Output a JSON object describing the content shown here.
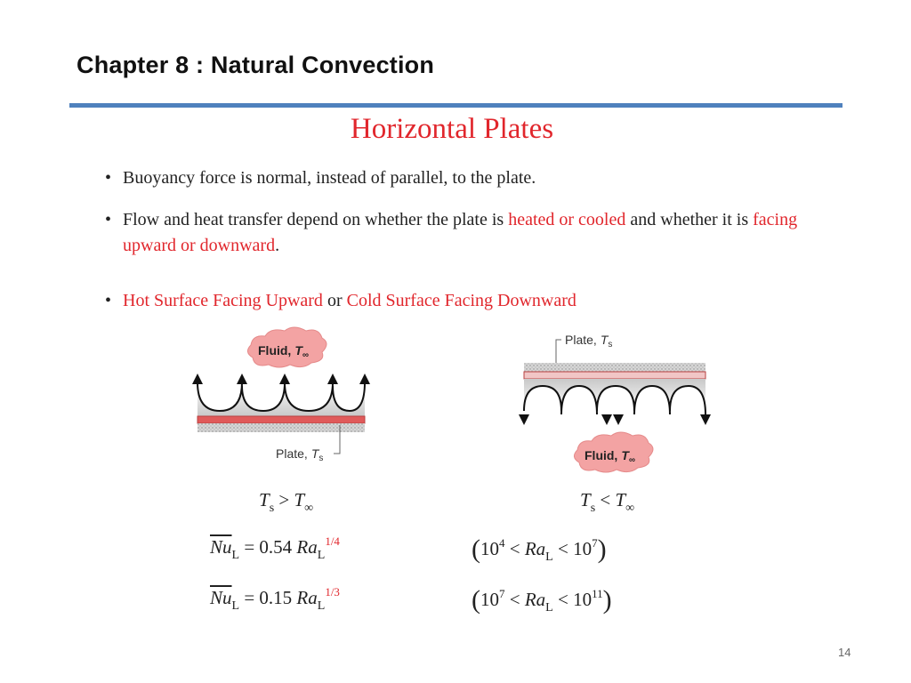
{
  "slide": {
    "chapter_title": "Chapter 8 : Natural Convection",
    "heading": "Horizontal Plates",
    "page_number": "14"
  },
  "bullets": [
    {
      "parts": [
        {
          "text": "Buoyancy force is normal, instead of parallel, to the plate.",
          "red": false
        }
      ]
    },
    {
      "parts": [
        {
          "text": "Flow and heat transfer depend on whether the plate is ",
          "red": false
        },
        {
          "text": "heated or cooled",
          "red": true
        },
        {
          "text": " and whether it is ",
          "red": false
        },
        {
          "text": "facing upward or downward",
          "red": true
        },
        {
          "text": ".",
          "red": false
        }
      ]
    },
    {
      "parts": [
        {
          "text": "Hot Surface Facing Upward",
          "red": true
        },
        {
          "text": " or ",
          "red": false
        },
        {
          "text": "Cold Surface Facing Downward",
          "red": true
        }
      ]
    }
  ],
  "figures": {
    "left": {
      "fluid_label": "Fluid,",
      "fluid_symbol": "T",
      "fluid_sub": "∞",
      "plate_label": "Plate,",
      "plate_symbol": "T",
      "plate_sub": "s"
    },
    "right": {
      "fluid_label": "Fluid,",
      "fluid_symbol": "T",
      "fluid_sub": "∞",
      "plate_label": "Plate,",
      "plate_symbol": "T",
      "plate_sub": "s"
    }
  },
  "conditions": {
    "left": {
      "a": "T",
      "a_sub": "s",
      "op": ">",
      "b": "T",
      "b_sub": "∞"
    },
    "right": {
      "a": "T",
      "a_sub": "s",
      "op": "<",
      "b": "T",
      "b_sub": "∞"
    }
  },
  "correlations": [
    {
      "nu": "Nu",
      "nu_sub": "L",
      "eq": "= 0.54",
      "ra": "Ra",
      "ra_sub": "L",
      "exp": "1/4",
      "range": {
        "lo_base": "10",
        "lo_exp": "4",
        "op1": "<",
        "ra": "Ra",
        "ra_sub": "L",
        "op2": "<",
        "hi_base": "10",
        "hi_exp": "7"
      }
    },
    {
      "nu": "Nu",
      "nu_sub": "L",
      "eq": "= 0.15",
      "ra": "Ra",
      "ra_sub": "L",
      "exp": "1/3",
      "range": {
        "lo_base": "10",
        "lo_exp": "7",
        "op1": "<",
        "ra": "Ra",
        "ra_sub": "L",
        "op2": "<",
        "hi_base": "10",
        "hi_exp": "11"
      }
    }
  ],
  "colors": {
    "accent_red": "#e1262c",
    "rule_blue": "#4f81bd",
    "plate_red": "#e05a5a",
    "cloud_pink": "#f3a3a3"
  }
}
